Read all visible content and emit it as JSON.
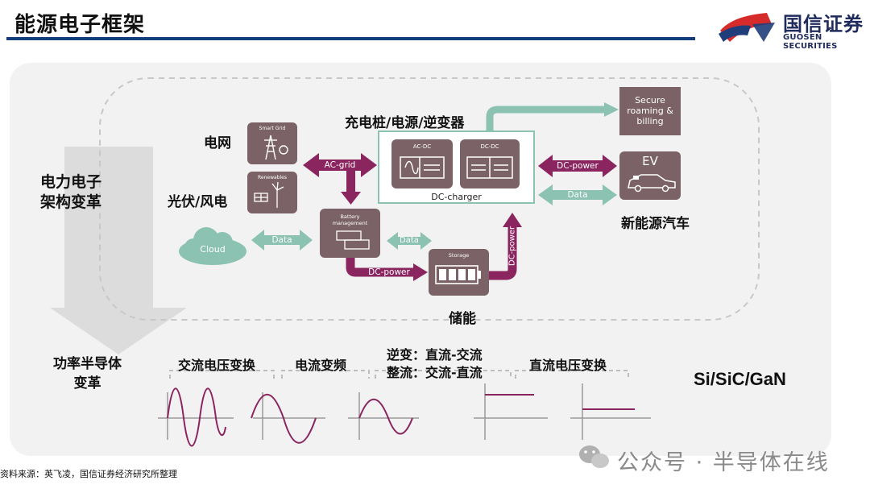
{
  "header": {
    "title": "能源电子框架",
    "logo_cn": "国信证券",
    "logo_en": "GUOSEN SECURITIES"
  },
  "diagram": {
    "left_label_top": "电力电子\n架构变革",
    "left_label_bottom": "功率半导体\n变革",
    "grid_label": "电网",
    "renewables_label": "光伏/风电",
    "charger_group_label": "充电桩/电源/逆变器",
    "ev_group_label": "新能源汽车",
    "storage_group_label": "储能",
    "smart_grid_icon_label": "Smart Grid",
    "renewables_icon_label": "Renewables",
    "battery_mgmt_label": "Battery\nmanagement",
    "storage_icon_label": "Storage",
    "ac_dc_label": "AC-DC",
    "dc_dc_label": "DC-DC",
    "dc_charger_label": "DC-charger",
    "secure_label": "Secure\nroaming &\nbilling",
    "ev_label": "EV",
    "cloud_label": "Cloud",
    "arrows": {
      "ac_grid": "AC-grid",
      "data_cloud": "Data",
      "data_storage": "Data",
      "dc_power_bottom": "DC-power",
      "dc_power_vertical": "DC-power",
      "dc_power_ev": "DC-power",
      "data_ev": "Data"
    },
    "conversion_labels": [
      "交流电压变换",
      "电流变频",
      "逆变：直流-交流\n整流：交流-直流",
      "直流电压变换"
    ],
    "materials": "Si/SiC/GaN"
  },
  "footer": {
    "source": "资料来源：英飞凌，国信证券经济研究所整理",
    "watermark": "公众号 · 半导体在线"
  },
  "colors": {
    "accent": "#8b2560",
    "teal": "#8cc2b2",
    "icon_box": "#7a6266",
    "title_rule": "#123f7c",
    "logo_red": "#d62b2b",
    "logo_navy": "#1f2b5c"
  }
}
